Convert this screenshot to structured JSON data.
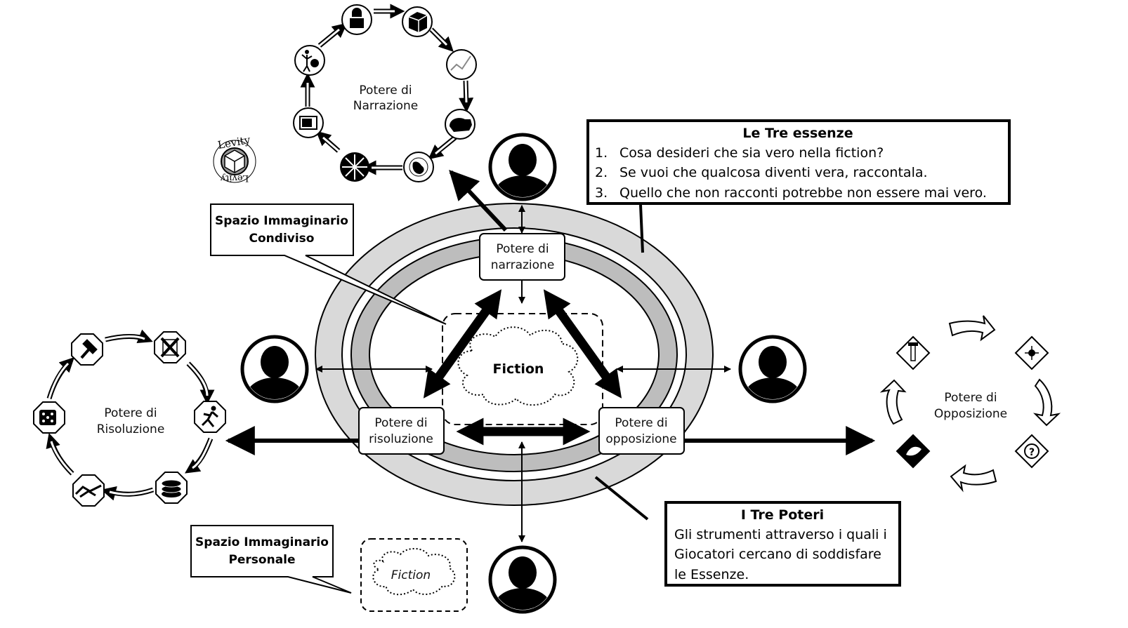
{
  "logo": {
    "text_top": "Levity",
    "text_bottom": "Levity"
  },
  "center": {
    "fiction": "Fiction"
  },
  "powers": {
    "narration": {
      "line1": "Potere di",
      "line2": "narrazione"
    },
    "resolution": {
      "line1": "Potere di",
      "line2": "risoluzione"
    },
    "opposition": {
      "line1": "Potere di",
      "line2": "opposizione"
    }
  },
  "cycles": {
    "narration": {
      "line1": "Potere di",
      "line2": "Narrazione"
    },
    "resolution": {
      "line1": "Potere di",
      "line2": "Risoluzione"
    },
    "opposition": {
      "line1": "Potere di",
      "line2": "Opposizione"
    }
  },
  "callouts": {
    "shared": {
      "line1": "Spazio  Immaginario",
      "line2": "Condiviso"
    },
    "personal": {
      "line1": "Spazio  Immaginario",
      "line2": "Personale"
    },
    "personal_fiction": "Fiction"
  },
  "essences": {
    "title": "Le Tre essenze",
    "items": [
      {
        "num": "1.",
        "text": "Cosa desideri che sia vero nella fiction?"
      },
      {
        "num": "2.",
        "text": "Se vuoi che qualcosa diventi vera, raccontala."
      },
      {
        "num": "3.",
        "text": "Quello che non racconti potrebbe non essere mai vero."
      }
    ]
  },
  "three_powers": {
    "title": "I Tre Poteri",
    "lines": [
      "Gli strumenti attraverso i quali i",
      "Giocatori cercano di soddisfare",
      "le Essenze."
    ]
  },
  "icons": {
    "narration_cycle": [
      "bust-icon",
      "cube-icon",
      "chart-icon",
      "bear-icon",
      "globe-icon",
      "sunburst-icon",
      "television-icon",
      "figure-icon"
    ],
    "resolution_cycle": [
      "hammer-icon",
      "crossed-tools-icon",
      "runner-icon",
      "coins-icon",
      "handshake-icon",
      "dice-icon"
    ],
    "opposition_cycle": [
      "screw-icon",
      "star-icon",
      "question-icon",
      "hand-icon"
    ]
  }
}
